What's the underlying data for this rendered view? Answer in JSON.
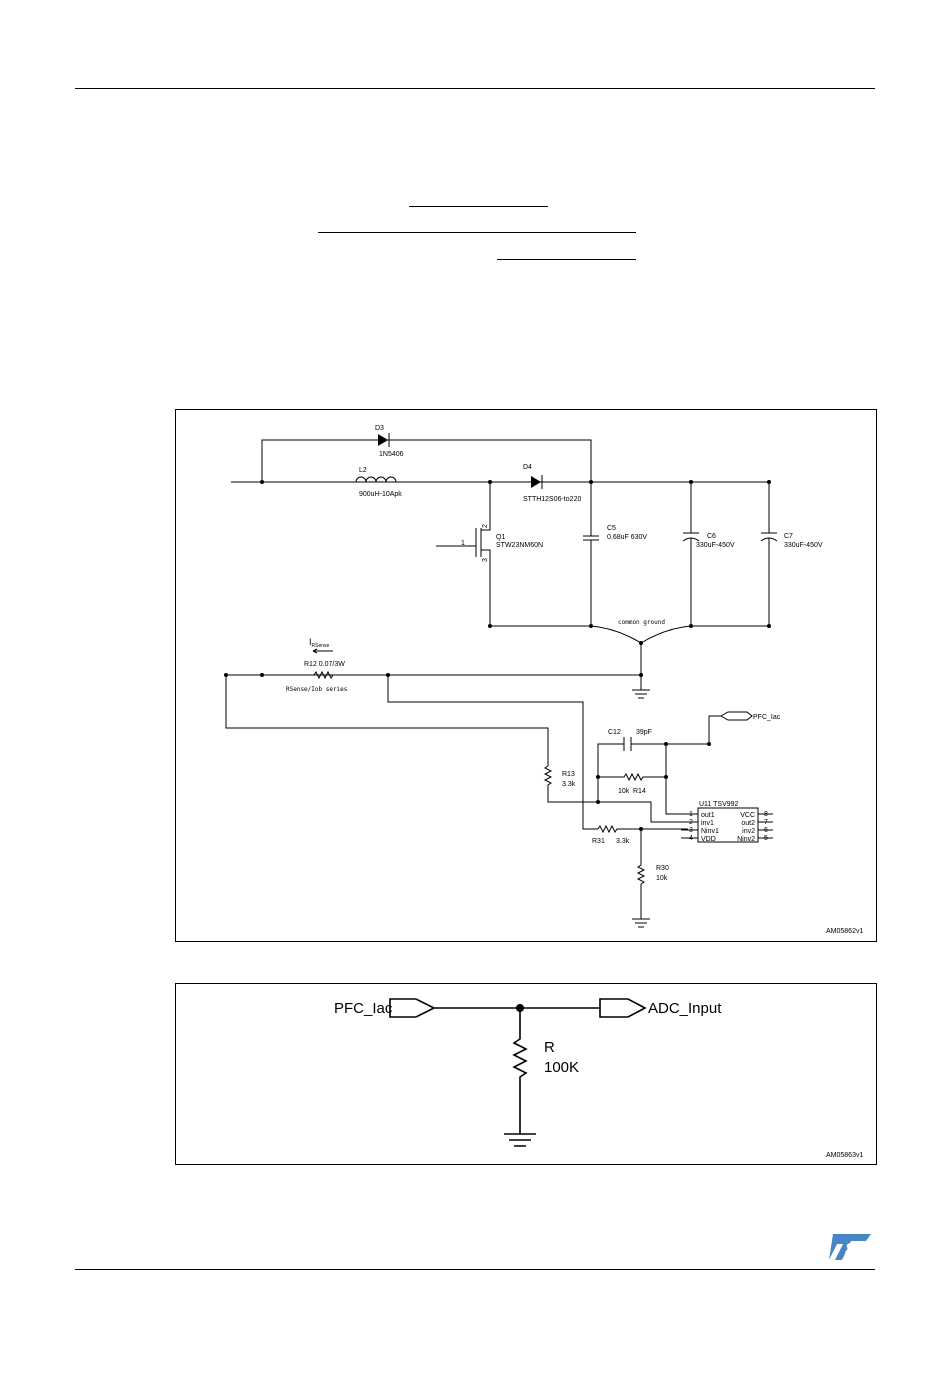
{
  "figure1": {
    "ref": "AM05862v1",
    "labels": {
      "d3_ref": "D3",
      "d3_value": "1N5406",
      "l2_ref": "L2",
      "l2_value": "900uH-10Apk",
      "d4_ref": "D4",
      "d4_value": "STTH12S06-to220",
      "q1_ref": "Q1",
      "q1_value": "STW23NM60N",
      "q1_pin1": "1",
      "q1_pin2": "2",
      "q1_pin3": "3",
      "c5_ref": "C5",
      "c5_value": "0.68uF 630V",
      "c6_ref": "C6",
      "c6_value": "330uF-450V",
      "c7_ref": "C7",
      "c7_value": "330uF-450V",
      "common_ground": "common ground",
      "isense_main": "I",
      "isense_sub": "RSense",
      "r12": "R12 0.07/3W",
      "rsense_series": "RSense/Iob series",
      "c12_ref": "C12",
      "c12_value": "39pF",
      "r14_value": "10k",
      "r14_ref": "R14",
      "r13_ref": "R13",
      "r13_value": "3.3k",
      "r31_ref": "R31",
      "r31_value": "3.3k",
      "r30_ref": "R30",
      "r30_value": "10k",
      "pfc_iac": "PFC_Iac",
      "ic_title": "U11 TSV992",
      "ic_left_pins": [
        {
          "num": "1",
          "name": "out1"
        },
        {
          "num": "2",
          "name": "inv1"
        },
        {
          "num": "3",
          "name": "Ninv1"
        },
        {
          "num": "4",
          "name": "VDD"
        }
      ],
      "ic_right_pins": [
        {
          "num": "8",
          "name": "VCC"
        },
        {
          "num": "7",
          "name": "out2"
        },
        {
          "num": "6",
          "name": "inv2"
        },
        {
          "num": "5",
          "name": "Ninv2"
        }
      ]
    }
  },
  "figure2": {
    "ref": "AM05863v1",
    "labels": {
      "pfc_iac": "PFC_Iac",
      "adc_input": "ADC_Input",
      "r_ref": "R",
      "r_value": "100K"
    }
  },
  "logo": {
    "name": "st-logo-icon",
    "text": "ST",
    "color": "#3d7ec1"
  }
}
